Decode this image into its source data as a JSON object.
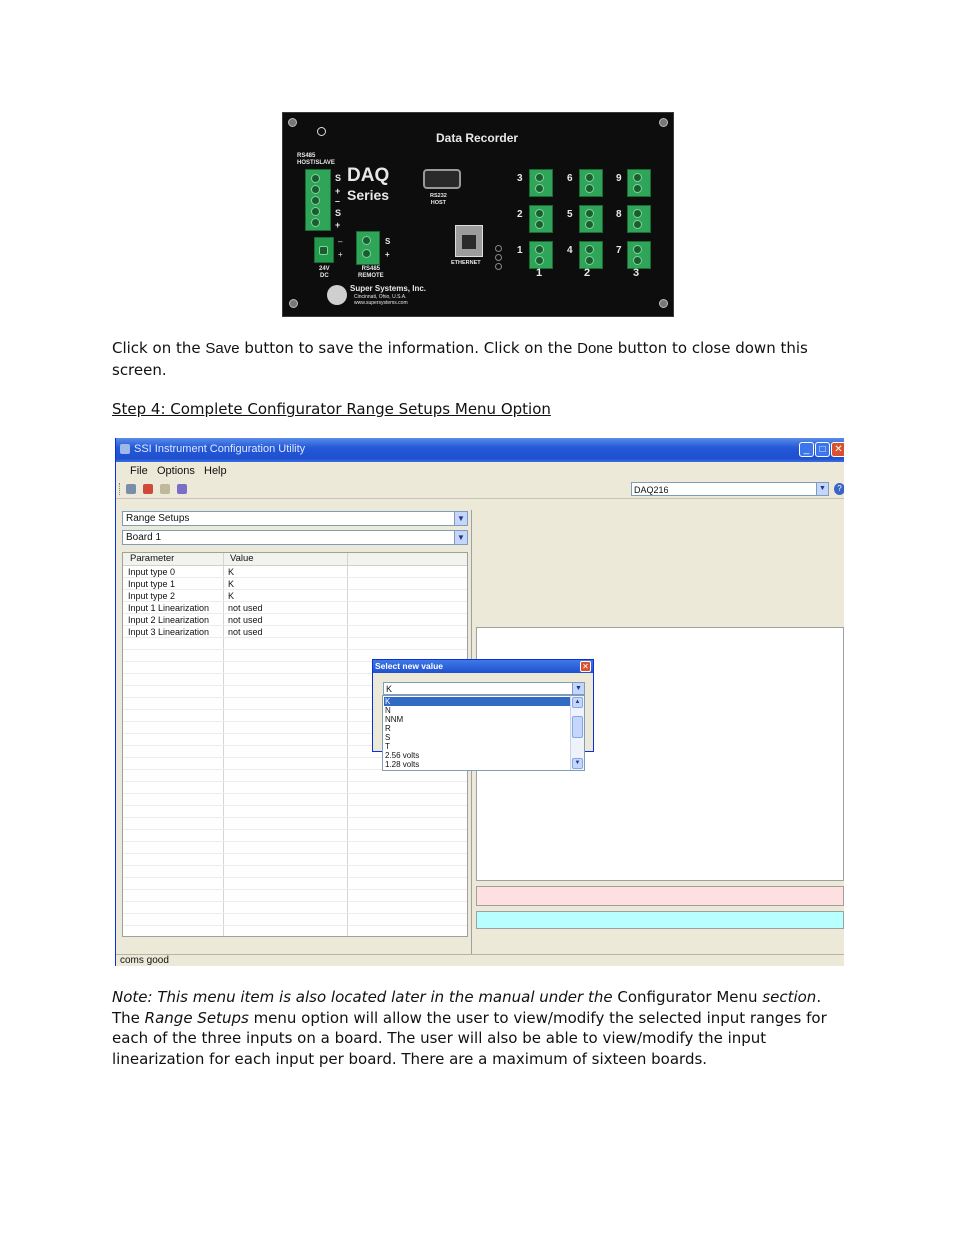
{
  "photo": {
    "panel_title": "Data Recorder",
    "rs485_host_label": "RS485\nHOST/SLAVE",
    "daq_brand": "DAQ",
    "series_label": "Series",
    "rs232_label": "RS232\nHOST",
    "ethernet_label": "ETHERNET",
    "power_label": "24V\nDC",
    "rs485_remote_label": "RS485\nREMOTE",
    "company_name": "Super Systems, Inc.",
    "company_city": "Cincinnati, Ohio, U.S.A.",
    "company_web": "www.supersystems.com",
    "terminal_numbers": [
      "3",
      "6",
      "9",
      "2",
      "5",
      "8",
      "1",
      "4",
      "7"
    ],
    "board_numbers": [
      "1",
      "2",
      "3"
    ],
    "host_pin_labels": [
      "S",
      "+",
      "–",
      "S",
      "+"
    ],
    "remote_pin_labels": [
      "S",
      "+"
    ],
    "power_pin_labels": [
      "–",
      "+"
    ]
  },
  "text1": {
    "p1": "Click on the ",
    "save": "Save",
    "p2": " button to save the information.  Click on the ",
    "done": "Done",
    "p3": " button to close down this screen."
  },
  "step_heading": "Step 4: Complete Configurator Range Setups Menu Option",
  "app": {
    "title": "SSI Instrument Configuration Utility",
    "window_buttons": {
      "minimize": "_",
      "maximize": "□",
      "close": "✕"
    },
    "menu": {
      "file": "File",
      "options": "Options",
      "help": "Help"
    },
    "device": "DAQ216",
    "menu_option": "Range Setups",
    "board": "Board 1",
    "columns": {
      "parameter": "Parameter",
      "value": "Value"
    },
    "rows": [
      {
        "parameter": "Input type 0",
        "value": "K"
      },
      {
        "parameter": "Input type 1",
        "value": "K"
      },
      {
        "parameter": "Input type 2",
        "value": "K"
      },
      {
        "parameter": "Input 1 Linearization",
        "value": "not used"
      },
      {
        "parameter": "Input 2 Linearization",
        "value": "not used"
      },
      {
        "parameter": "Input 3 Linearization",
        "value": "not used"
      }
    ],
    "status": "coms good",
    "colors": {
      "pink_bar": "#ffe0e0",
      "cyan_bar": "#b8ffff",
      "title_blue": "#2459d8"
    }
  },
  "dialog": {
    "title": "Select new value",
    "close": "✕",
    "selected": "K",
    "options": [
      "K",
      "N",
      "NNM",
      "R",
      "S",
      "T",
      "2.56 volts",
      "1.28 volts"
    ]
  },
  "note": {
    "n1": "Note: This menu item is also located later in the manual under the ",
    "n2": "Configurator Menu",
    "n3": " section",
    "n4": ".",
    "n5": "The ",
    "n6": "Range Setups",
    "n7": " menu option will allow the user to view/modify the selected input ranges for each of the three inputs on a board.  The user will also be able to view/modify the input linearization for each input per board.  There are a maximum of sixteen boards."
  }
}
